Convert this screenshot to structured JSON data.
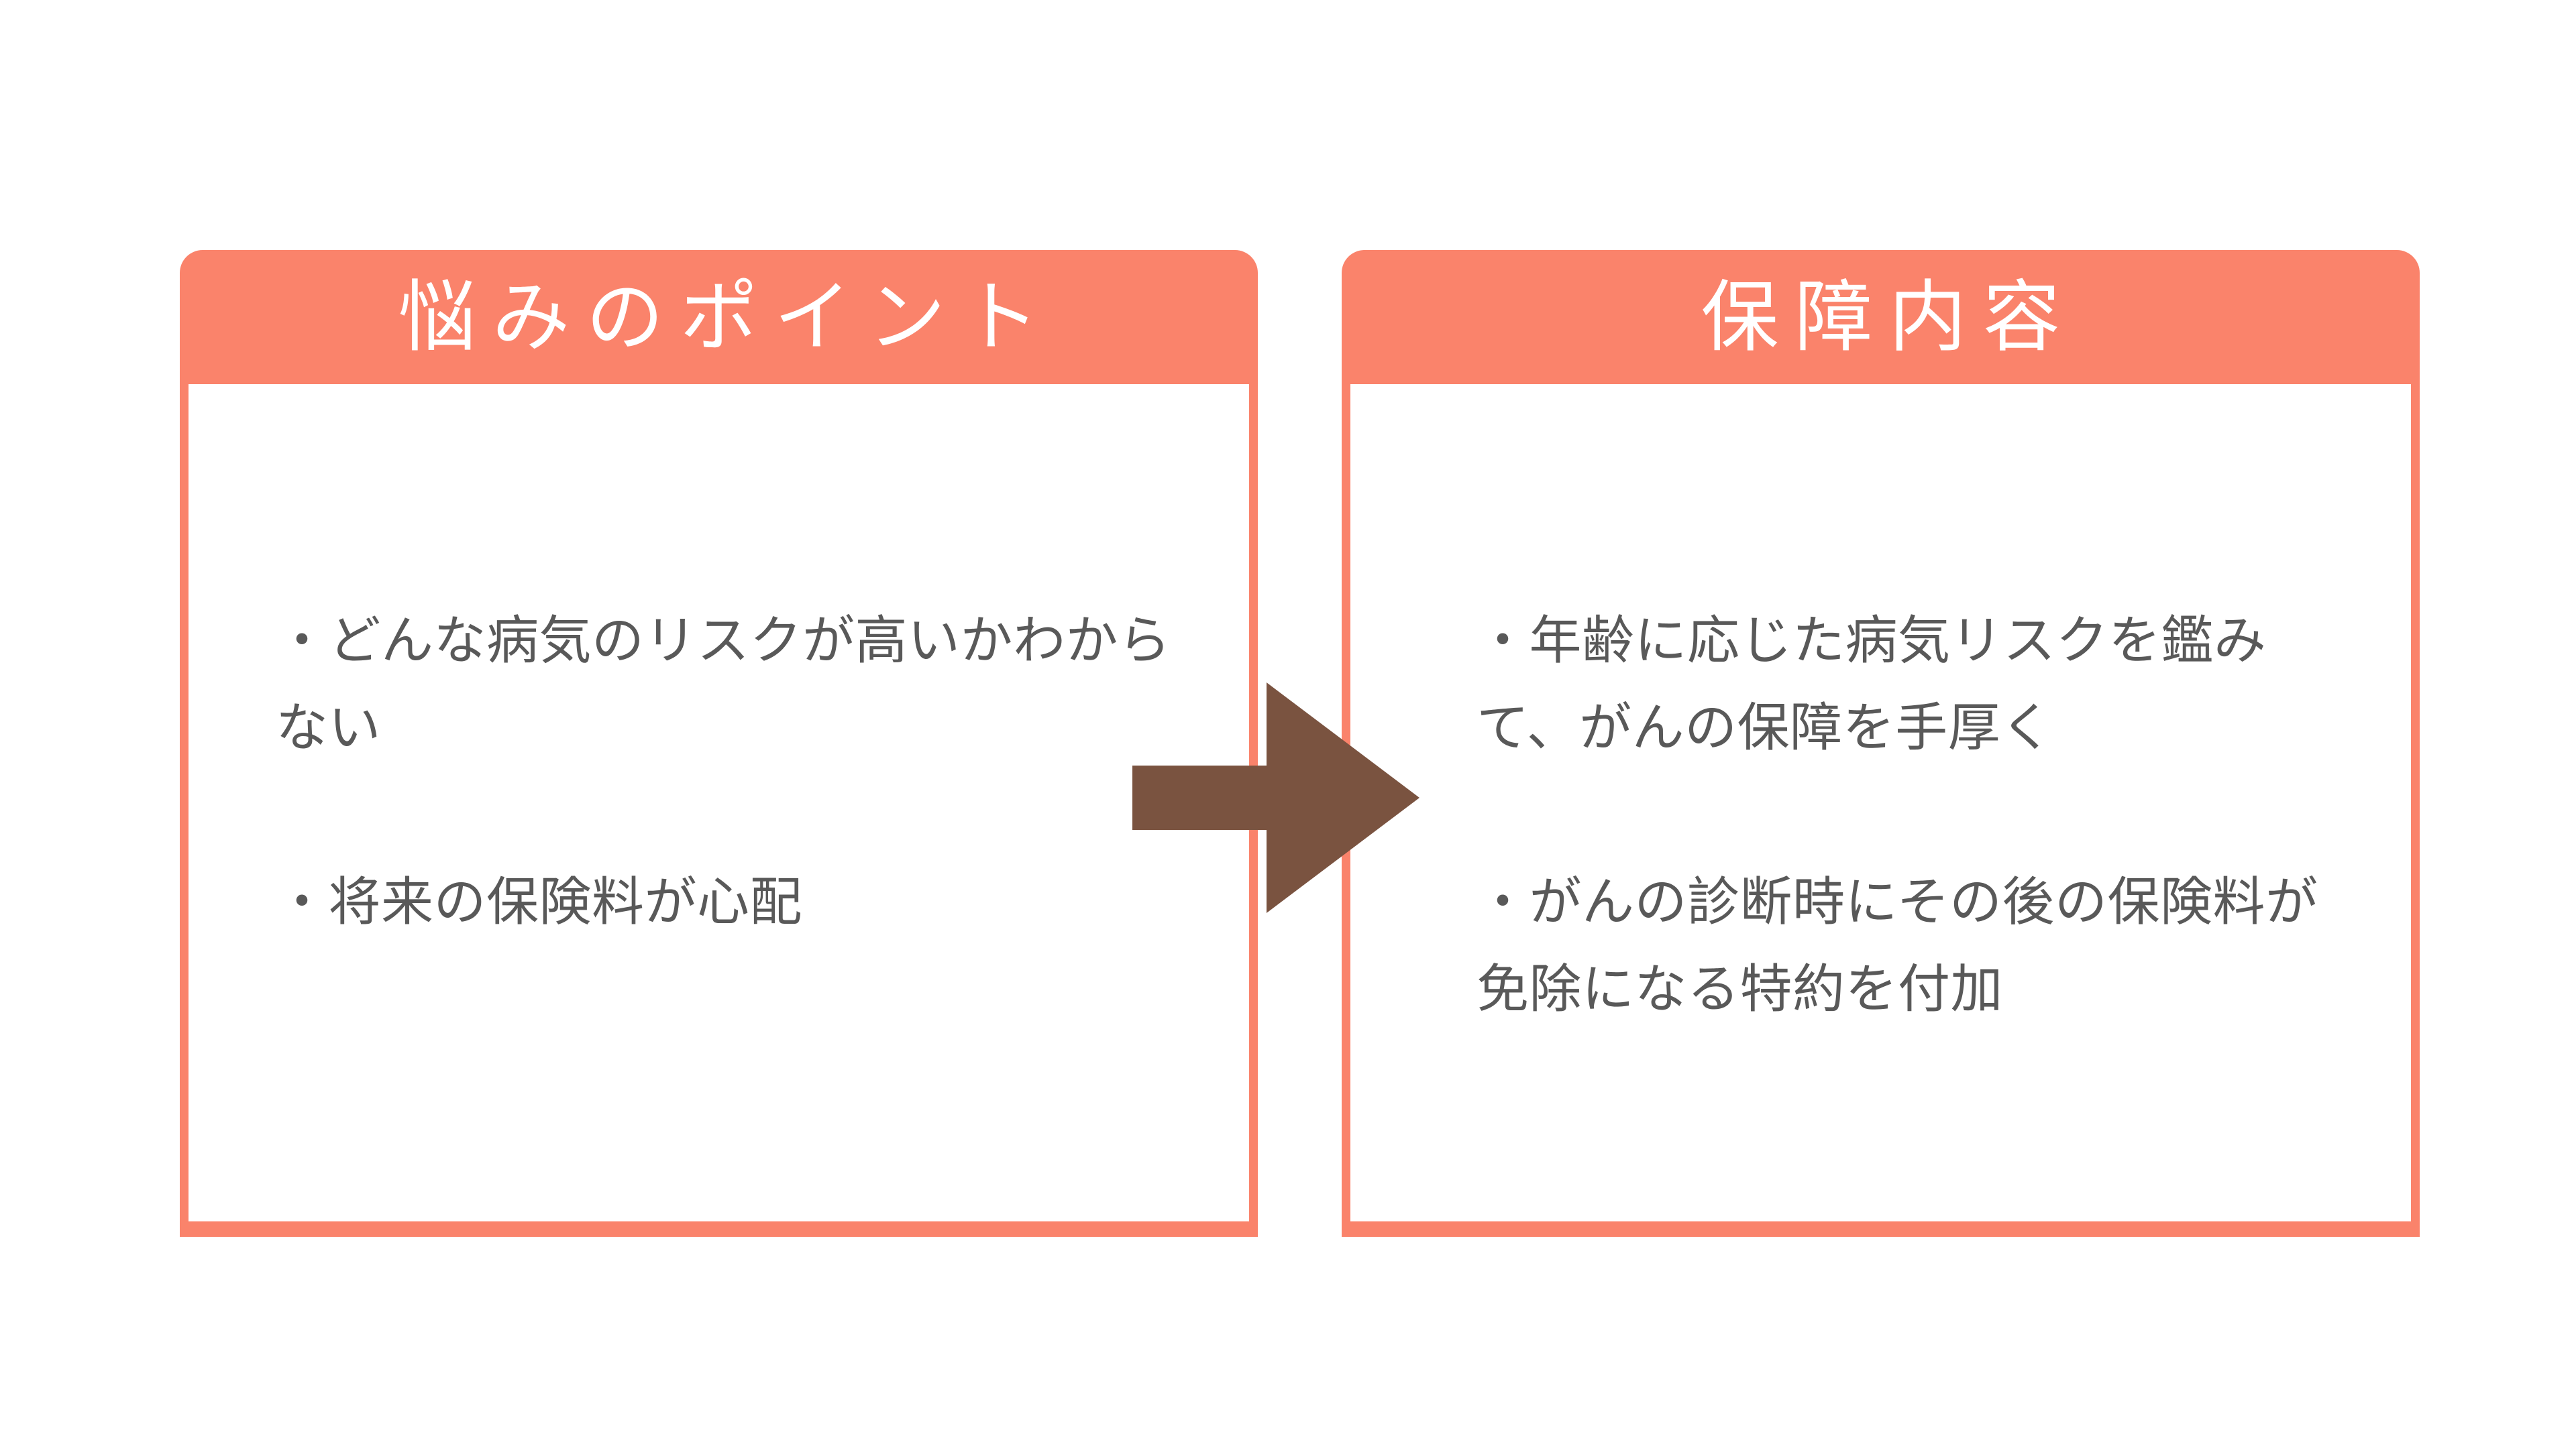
{
  "colors": {
    "accent": "#fa836b",
    "arrow": "#7a5340",
    "body_text": "#595959",
    "header_text": "#ffffff",
    "background": "#ffffff"
  },
  "panels": [
    {
      "id": "pain-points",
      "header": "悩みのポイント",
      "bullets": [
        "・どんな病気のリスクが高いかわからない",
        "・将来の保険料が心配"
      ]
    },
    {
      "id": "coverage-details",
      "header": "保障内容",
      "bullets": [
        "・年齢に応じた病気リスクを鑑みて、がんの保障を手厚く",
        "・がんの診断時にその後の保険料が免除になる特約を付加"
      ]
    }
  ],
  "arrow": {
    "icon": "arrow-right-icon",
    "direction": "right"
  }
}
